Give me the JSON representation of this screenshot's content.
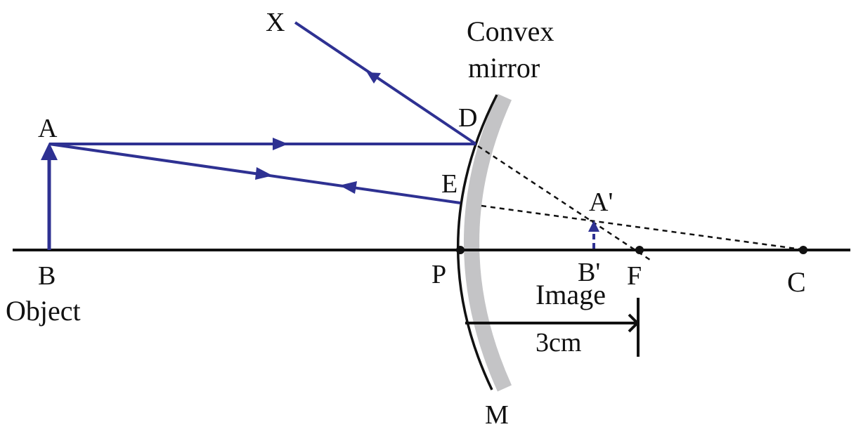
{
  "labels": {
    "x": "X",
    "convex": "Convex",
    "mirror": "mirror",
    "a": "A",
    "d": "D",
    "e": "E",
    "a_prime": "A'",
    "b": "B",
    "object": "Object",
    "p": "P",
    "b_prime": "B'",
    "f": "F",
    "c": "C",
    "image": "Image",
    "distance": "3cm",
    "m": "M"
  },
  "colors": {
    "ray": "#2e3192",
    "mirror_band": "#c4c4c6",
    "line": "#111111"
  }
}
